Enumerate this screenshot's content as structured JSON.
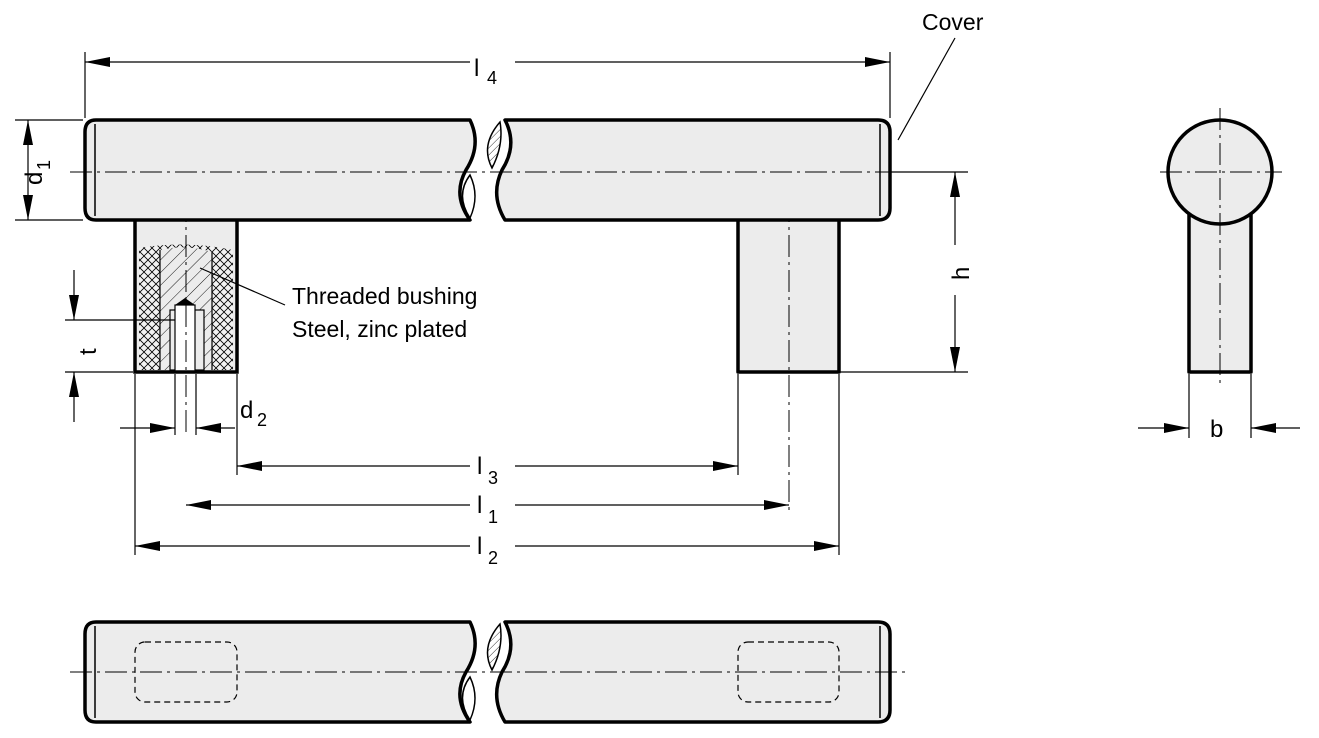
{
  "labels": {
    "cover": "Cover",
    "l4": "l",
    "l4_sub": "4",
    "d1": "d",
    "d1_sub": "1",
    "h": "h",
    "t": "t",
    "d2": "d",
    "d2_sub": "2",
    "l3": "l",
    "l3_sub": "3",
    "l1": "l",
    "l1_sub": "1",
    "l2": "l",
    "l2_sub": "2",
    "b": "b"
  },
  "notes": {
    "bushing_line1": "Threaded bushing",
    "bushing_line2": "Steel, zinc plated"
  },
  "icons": {
    "arrowhead": "filled-arrow",
    "hatch_cross": "cross-hatch",
    "hatch_diag": "diagonal-hatch"
  }
}
